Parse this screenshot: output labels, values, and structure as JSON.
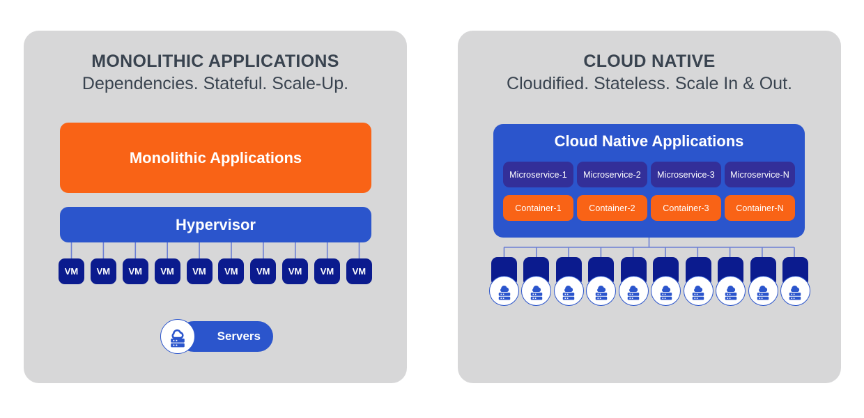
{
  "colors": {
    "background": "#ffffff",
    "panel_gray": "#d7d7d8",
    "brand_blue": "#2b55cc",
    "navy": "#0b1b8e",
    "orange": "#f96316",
    "purple": "#332f99",
    "heading_slate": "#39434f",
    "connector_line": "#6b7fd4",
    "white": "#ffffff"
  },
  "left_panel": {
    "title": "MONOLITHIC APPLICATIONS",
    "subtitle": "Dependencies. Stateful. Scale-Up.",
    "app_block_label": "Monolithic Applications",
    "hypervisor_label": "Hypervisor",
    "vm_count": 10,
    "vm_label": "VM",
    "vms": [
      "VM",
      "VM",
      "VM",
      "VM",
      "VM",
      "VM",
      "VM",
      "VM",
      "VM",
      "VM"
    ],
    "servers_badge": {
      "label": "Servers",
      "icon": "cloud-server-icon"
    }
  },
  "right_panel": {
    "title": "CLOUD NATIVE",
    "subtitle": "Cloudified. Stateless. Scale In & Out.",
    "app_panel_title": "Cloud Native Applications",
    "microservices": [
      "Microservice-1",
      "Microservice-2",
      "Microservice-3",
      "Microservice-N"
    ],
    "containers": [
      "Container-1",
      "Container-2",
      "Container-3",
      "Container-N"
    ],
    "node_count": 10,
    "node_icon": "cloud-server-icon"
  }
}
